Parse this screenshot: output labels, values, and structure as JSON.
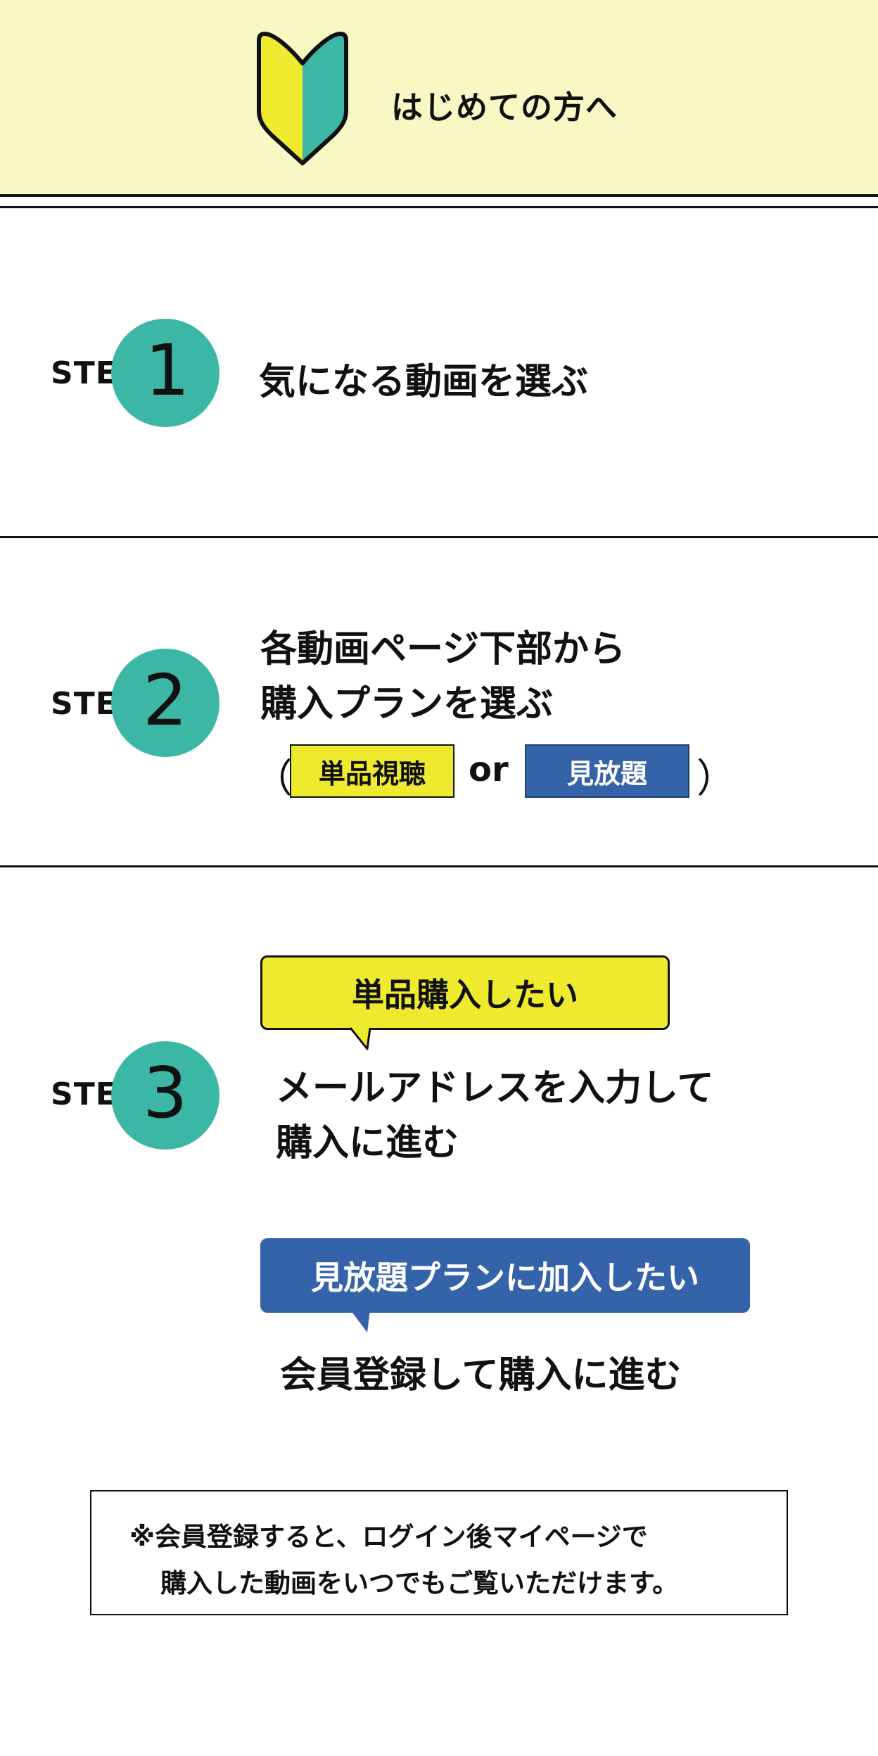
{
  "header": {
    "title": "はじめての方へ",
    "icon": "beginner-leaf-icon",
    "colors": {
      "background": "#f7f8c4",
      "leaf_left": "#eeea2d",
      "leaf_right": "#3db7a5"
    }
  },
  "steps": [
    {
      "label": "STEP",
      "number": "1",
      "text": "気になる動画を選ぶ"
    },
    {
      "label": "STEP",
      "number": "2",
      "lines": [
        "各動画ページ下部から",
        "購入プランを選ぶ"
      ],
      "options": {
        "open_paren": "（",
        "single": "単品視聴",
        "or": "or",
        "unlimited": "見放題",
        "close_paren": "）"
      }
    },
    {
      "label": "STEP",
      "number": "3",
      "single_bubble": "単品購入したい",
      "single_lines": [
        "メールアドレスを入力して",
        "購入に進む"
      ],
      "unlimited_bubble": "見放題プランに加入したい",
      "unlimited_text": "会員登録して購入に進む"
    }
  ],
  "note": {
    "line1": "※会員登録すると、ログイン後マイページで",
    "line2": "購入した動画をいつでもご覧いただけます。"
  },
  "colors": {
    "teal": "#3db7a5",
    "yellow": "#eeea2d",
    "blue": "#3563a9"
  }
}
